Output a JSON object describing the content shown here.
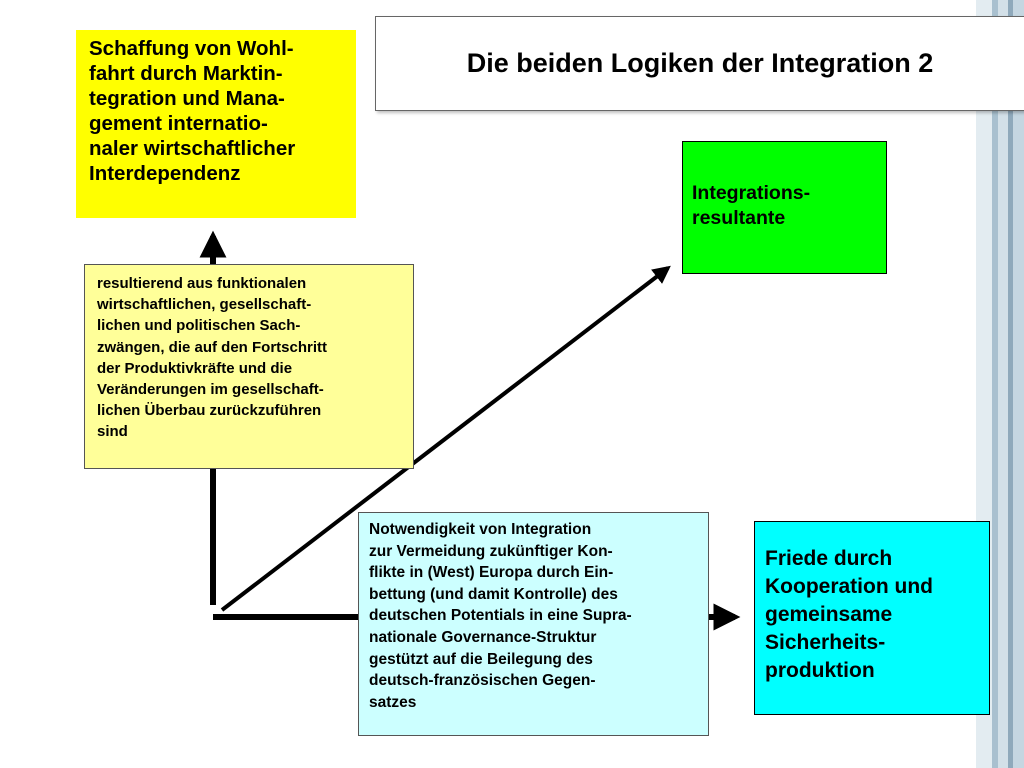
{
  "slide": {
    "title": "Die beiden Logiken der Integration 2",
    "welfare_box": {
      "lines": [
        "Schaffung von Wohl-",
        "fahrt durch Marktin-",
        "tegration und Mana-",
        "gement internatio-",
        "naler wirtschaftlicher",
        "Interdependenz"
      ]
    },
    "resultant_box": {
      "lines": [
        "Integrations-",
        "resultante"
      ]
    },
    "functional_box": {
      "lines": [
        "resultierend aus funktionalen",
        "wirtschaftlichen, gesellschaft-",
        "lichen und politischen Sach-",
        "zwängen, die auf den  Fortschritt",
        "der Produktivkräfte  und die",
        "Veränderungen im gesellschaft-",
        "lichen Überbau zurückzuführen",
        "sind"
      ]
    },
    "necessity_box": {
      "lines": [
        "Notwendigkeit von Integration",
        "zur Vermeidung zukünftiger Kon-",
        "flikte in (West) Europa durch Ein-",
        "bettung (und damit Kontrolle) des",
        "deutschen Potentials in eine Supra-",
        "nationale Governance-Struktur",
        "gestützt auf die Beilegung  des",
        "deutsch-französischen Gegen-",
        "satzes"
      ]
    },
    "peace_box": {
      "lines": [
        "Friede durch",
        "Kooperation und",
        "gemeinsame",
        "Sicherheits-",
        "produktion"
      ]
    }
  },
  "colors": {
    "welfare": "#ffff00",
    "resultant": "#00ff00",
    "functional": "#ffff99",
    "necessity": "#ccffff",
    "peace": "#00ffff",
    "stripes": [
      "#dfe9ef",
      "#b9ccd8",
      "#8fa9bb"
    ]
  }
}
